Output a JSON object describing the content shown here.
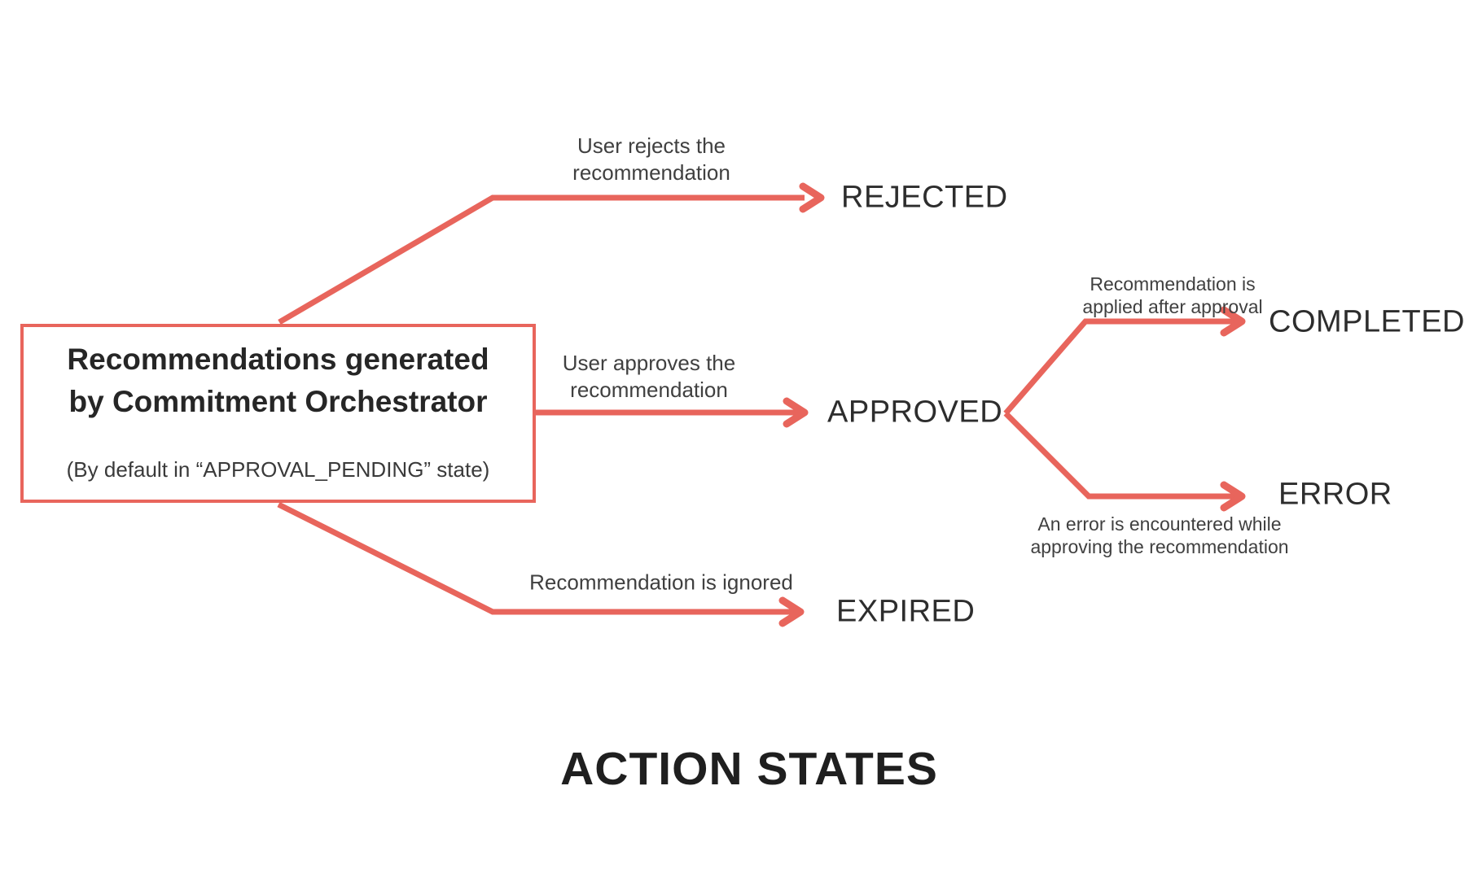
{
  "colors": {
    "accent": "#E8655C",
    "box_title": "#262626",
    "state_label": "#2D2D2D",
    "annotation": "#404040",
    "footer_title": "#1F1F1F"
  },
  "source_box": {
    "title_line1": "Recommendations generated",
    "title_line2": "by Commitment Orchestrator",
    "subtitle": "(By default in “APPROVAL_PENDING” state)"
  },
  "transitions": {
    "rejected": {
      "state": "REJECTED",
      "annotation_line1": "User rejects the",
      "annotation_line2": "recommendation"
    },
    "approved": {
      "state": "APPROVED",
      "annotation_line1": "User approves the",
      "annotation_line2": "recommendation"
    },
    "expired": {
      "state": "EXPIRED",
      "annotation_line1": "Recommendation is ignored"
    },
    "completed": {
      "state": "COMPLETED",
      "annotation_line1": "Recommendation is",
      "annotation_line2": "applied after approval"
    },
    "error": {
      "state": "ERROR",
      "annotation_line1": "An error is encountered while",
      "annotation_line2": "approving the recommendation"
    }
  },
  "footer": {
    "title": "ACTION STATES"
  }
}
